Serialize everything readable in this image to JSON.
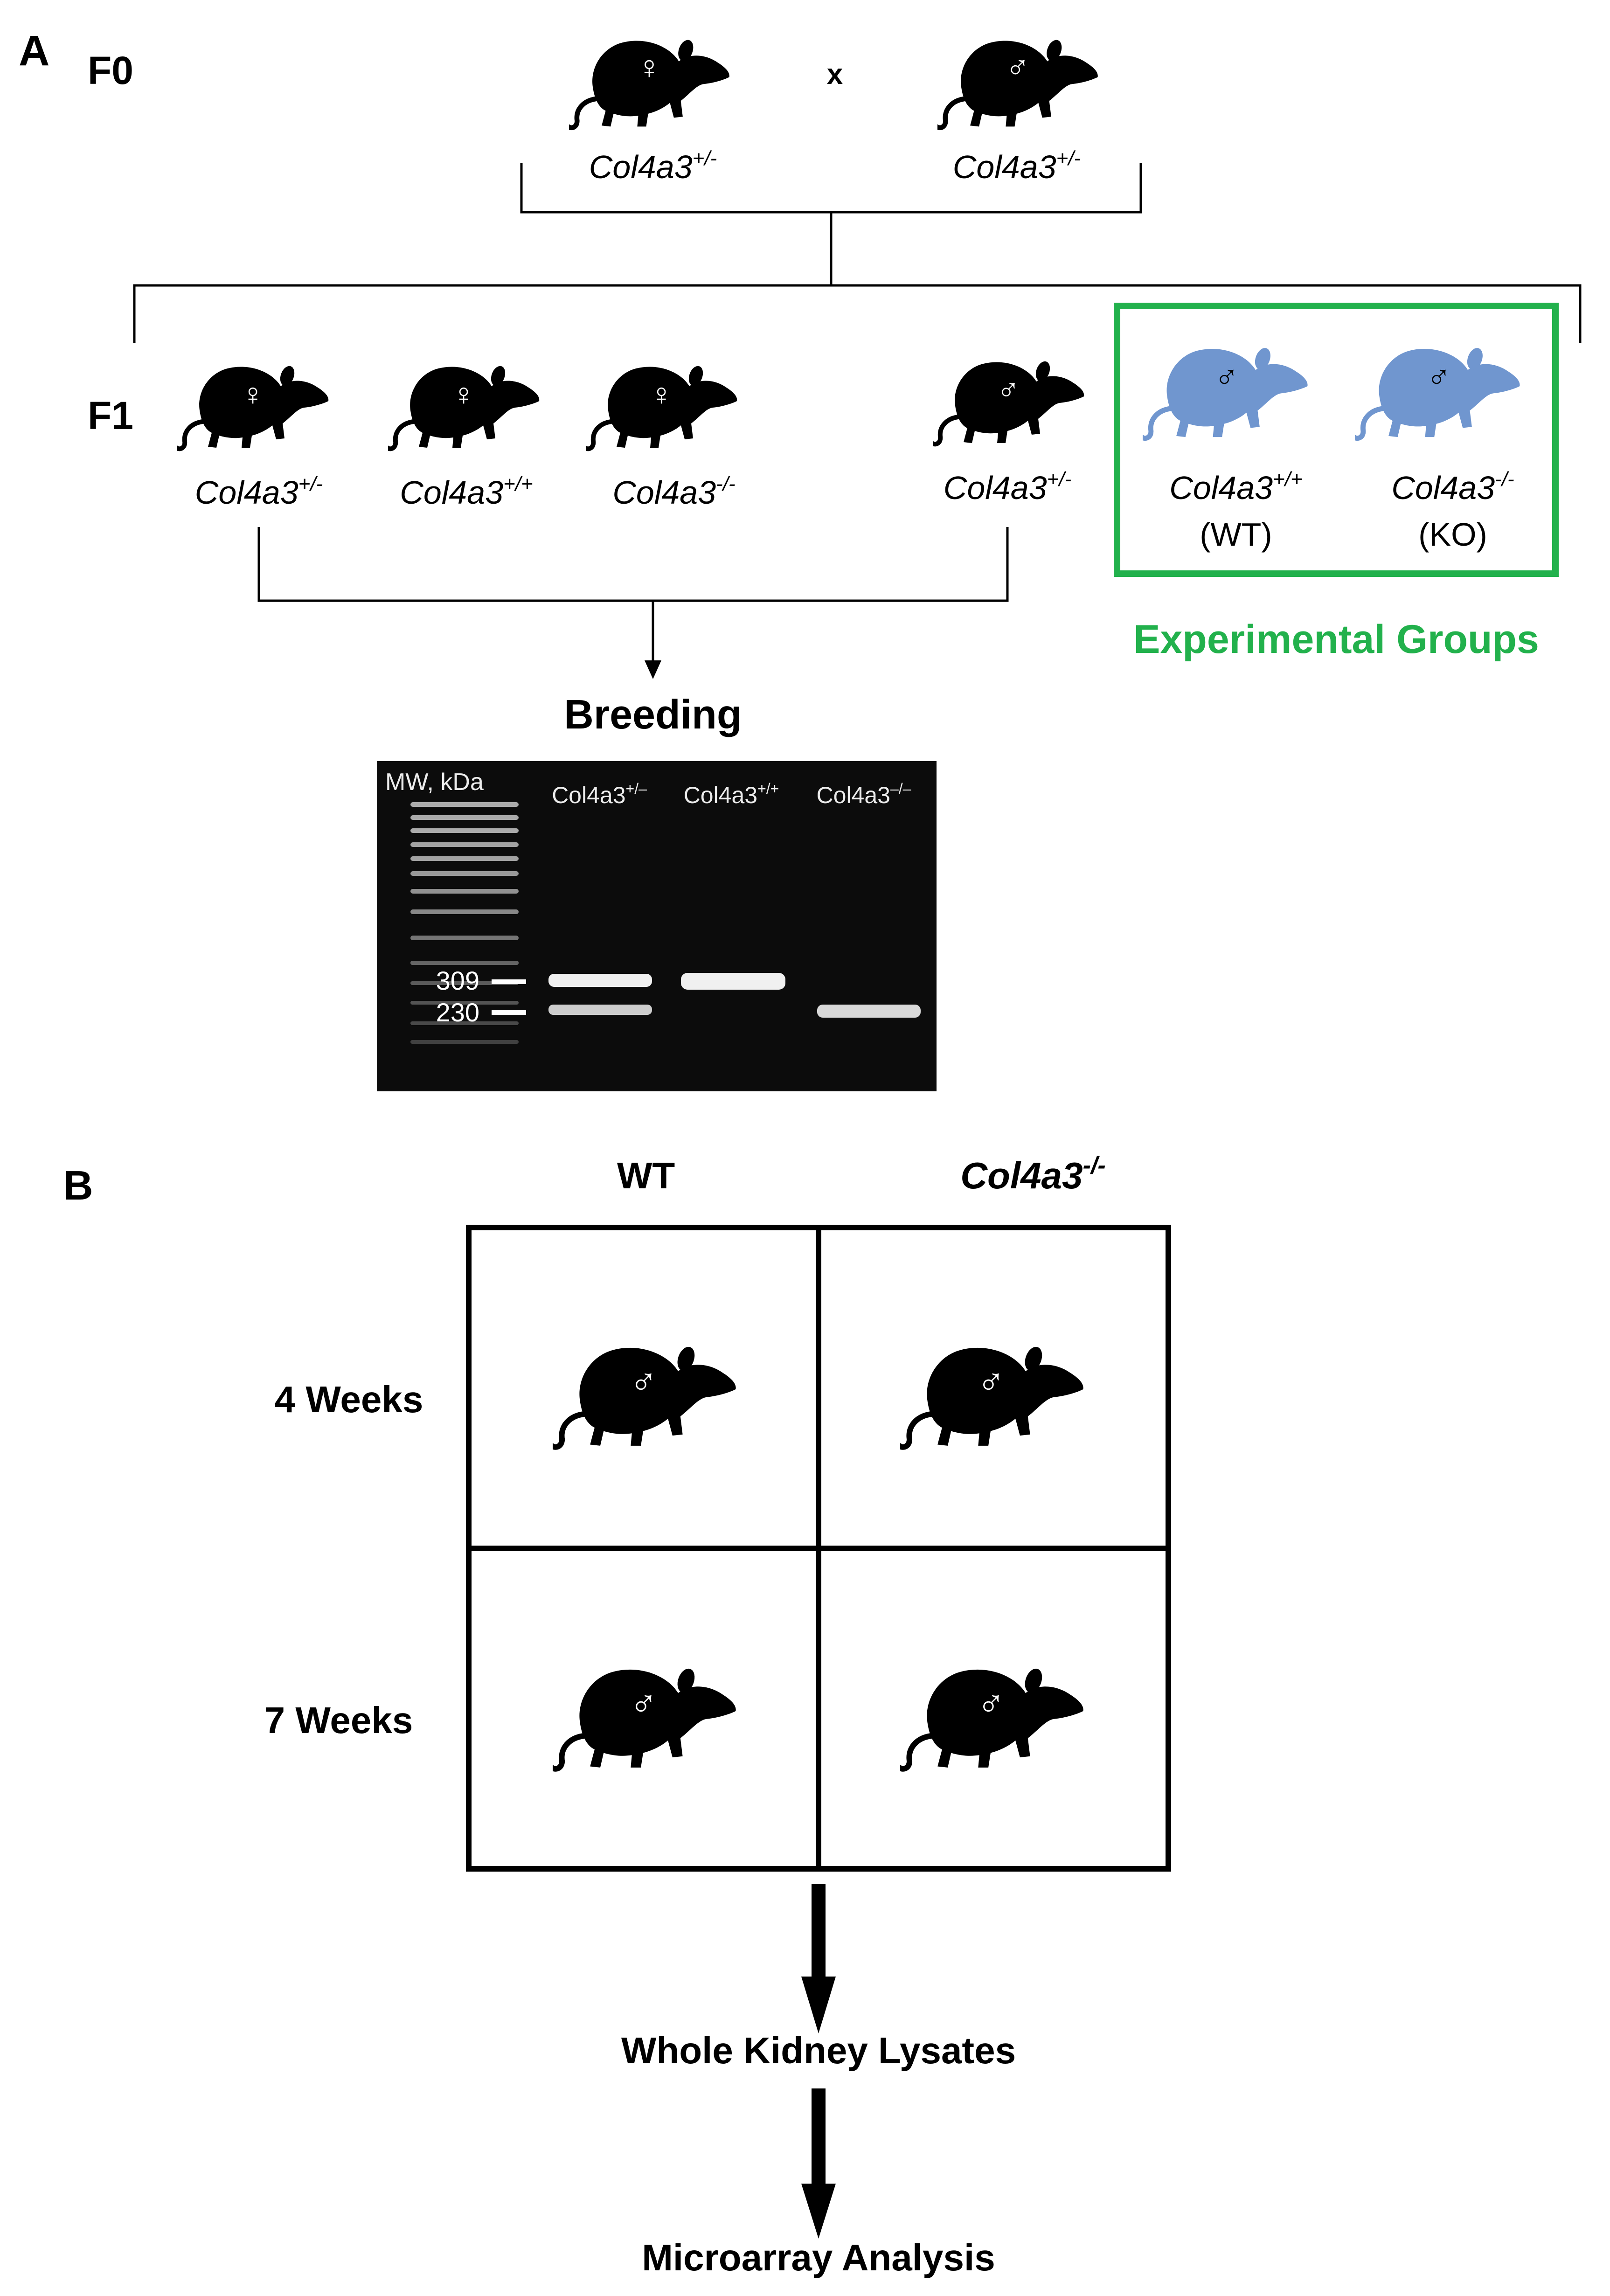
{
  "colors": {
    "mouse_black": "#000000",
    "mouse_blue": "#7096cf",
    "experimental_green": "#22b14c",
    "gel_background": "#0c0c0c",
    "gel_band": "#f0f0f0"
  },
  "icons": {
    "mouse": "mouse-silhouette-icon",
    "female": "female-symbol-icon",
    "male": "male-symbol-icon"
  },
  "panel_a": {
    "label": "A",
    "f0": {
      "label": "F0",
      "cross": "x",
      "female_genotype": {
        "base": "Col4a3",
        "sup": "+/-"
      },
      "male_genotype": {
        "base": "Col4a3",
        "sup": "+/-"
      }
    },
    "f1": {
      "label": "F1",
      "genotypes": [
        {
          "base": "Col4a3",
          "sup": "+/-"
        },
        {
          "base": "Col4a3",
          "sup": "+/+"
        },
        {
          "base": "Col4a3",
          "sup": "-/-"
        },
        {
          "base": "Col4a3",
          "sup": "+/-"
        }
      ],
      "experimental": [
        {
          "base": "Col4a3",
          "sup": "+/+",
          "abbr": "(WT)"
        },
        {
          "base": "Col4a3",
          "sup": "-/-",
          "abbr": "(KO)"
        }
      ],
      "experimental_label": "Experimental Groups",
      "breeding_label": "Breeding"
    },
    "gel": {
      "mw_label": "MW, kDa",
      "lanes": [
        {
          "base": "Col4a3",
          "sup": "+/–"
        },
        {
          "base": "Col4a3",
          "sup": "+/+"
        },
        {
          "base": "Col4a3",
          "sup": "–/–"
        }
      ],
      "markers": [
        "309",
        "230"
      ]
    }
  },
  "panel_b": {
    "label": "B",
    "columns": [
      {
        "text": "WT",
        "sup": ""
      },
      {
        "text": "Col4a3",
        "sup": "-/-"
      }
    ],
    "rows": [
      "4 Weeks",
      "7 Weeks"
    ],
    "step1": "Whole Kidney Lysates",
    "step2": "Microarray Analysis"
  }
}
